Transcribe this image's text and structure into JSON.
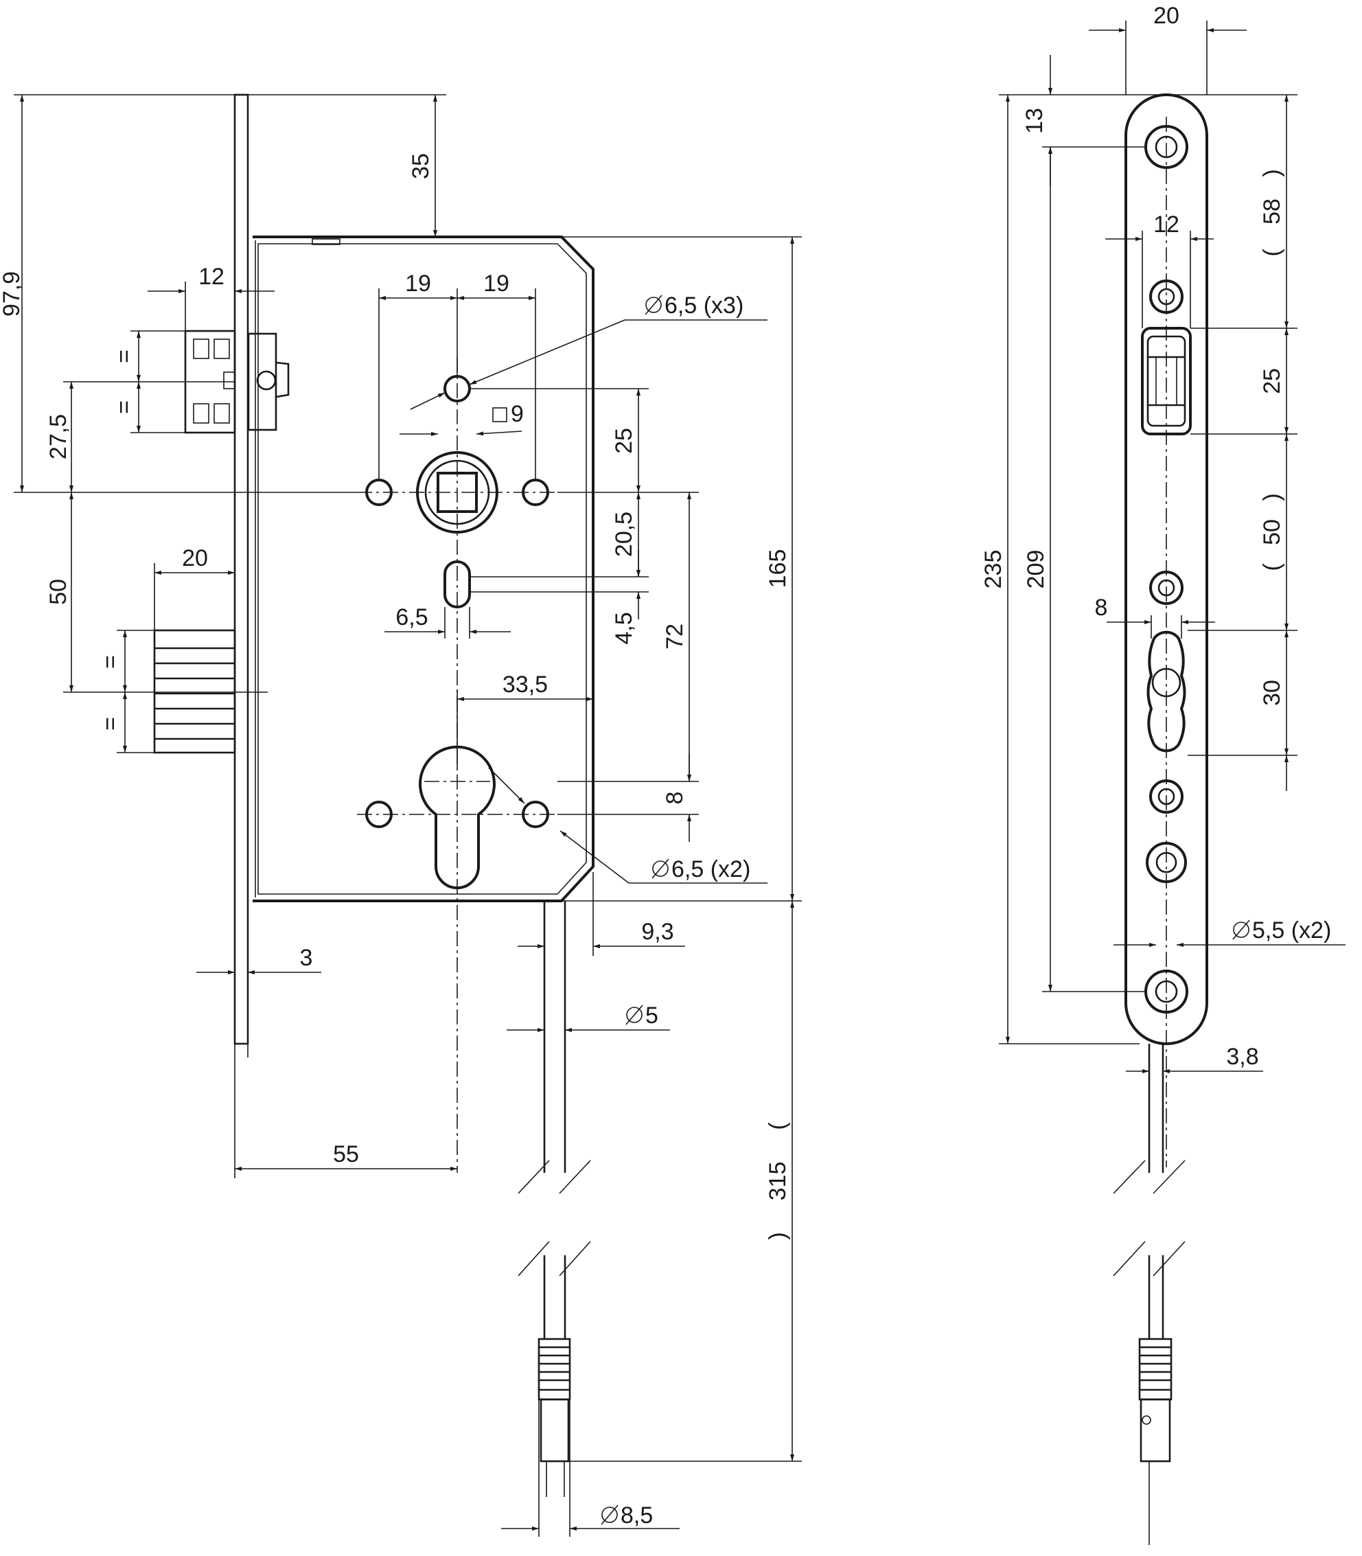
{
  "colors": {
    "line": "#1a1a1a",
    "paper": "#ffffff"
  },
  "icons": {
    "diameter": "diameter-symbol",
    "square": "square-symbol"
  },
  "side_view": {
    "dims": {
      "d97_9": "97,9",
      "d35": "35",
      "d12": "12",
      "eq1": "=",
      "eq2": "=",
      "d27_5": "27,5",
      "d19a": "19",
      "d19b": "19",
      "hole3": "6,5 (x3)",
      "sq9": "9",
      "d25": "25",
      "d20_5": "20,5",
      "d4_5": "4,5",
      "d6_5": "6,5",
      "d72": "72",
      "d165": "165",
      "d50": "50",
      "d20": "20",
      "eq3": "=",
      "eq4": "=",
      "d33_5": "33,5",
      "d8": "8",
      "hole2": "6,5 (x2)",
      "d9_3": "9,3",
      "d3": "3",
      "dia5": "5",
      "d55": "55",
      "d315": "315",
      "dia8_5": "8,5"
    }
  },
  "front_view": {
    "dims": {
      "d20": "20",
      "d13": "13",
      "d235": "235",
      "d209": "209",
      "d12": "12",
      "d58": "58",
      "d25": "25",
      "d50": "50",
      "d8": "8",
      "d30": "30",
      "hole55": "5,5 (x2)",
      "d3_8": "3,8"
    }
  }
}
